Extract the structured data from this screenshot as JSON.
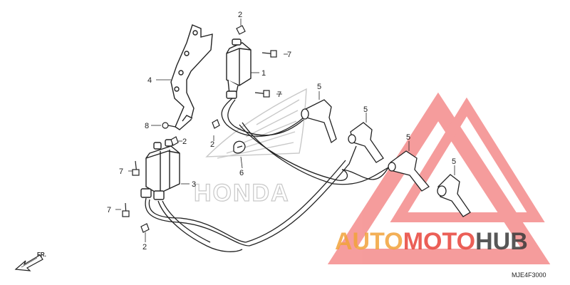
{
  "callouts": [
    "1",
    "2",
    "2",
    "2",
    "2",
    "3",
    "4",
    "5",
    "5",
    "5",
    "5",
    "6",
    "7",
    "7",
    "7",
    "7",
    "8"
  ],
  "background_mark": "HONDA",
  "watermark": {
    "part1": "AUTO",
    "part2": "MOTO",
    "part3": "HUB",
    "color_orange": "#f2a33a",
    "color_red": "#e8443a",
    "color_dark": "#3a3a3a",
    "triangle_color": "#ee4c4c"
  },
  "diagram_code": "MJE4F3000",
  "direction_label": "FR."
}
